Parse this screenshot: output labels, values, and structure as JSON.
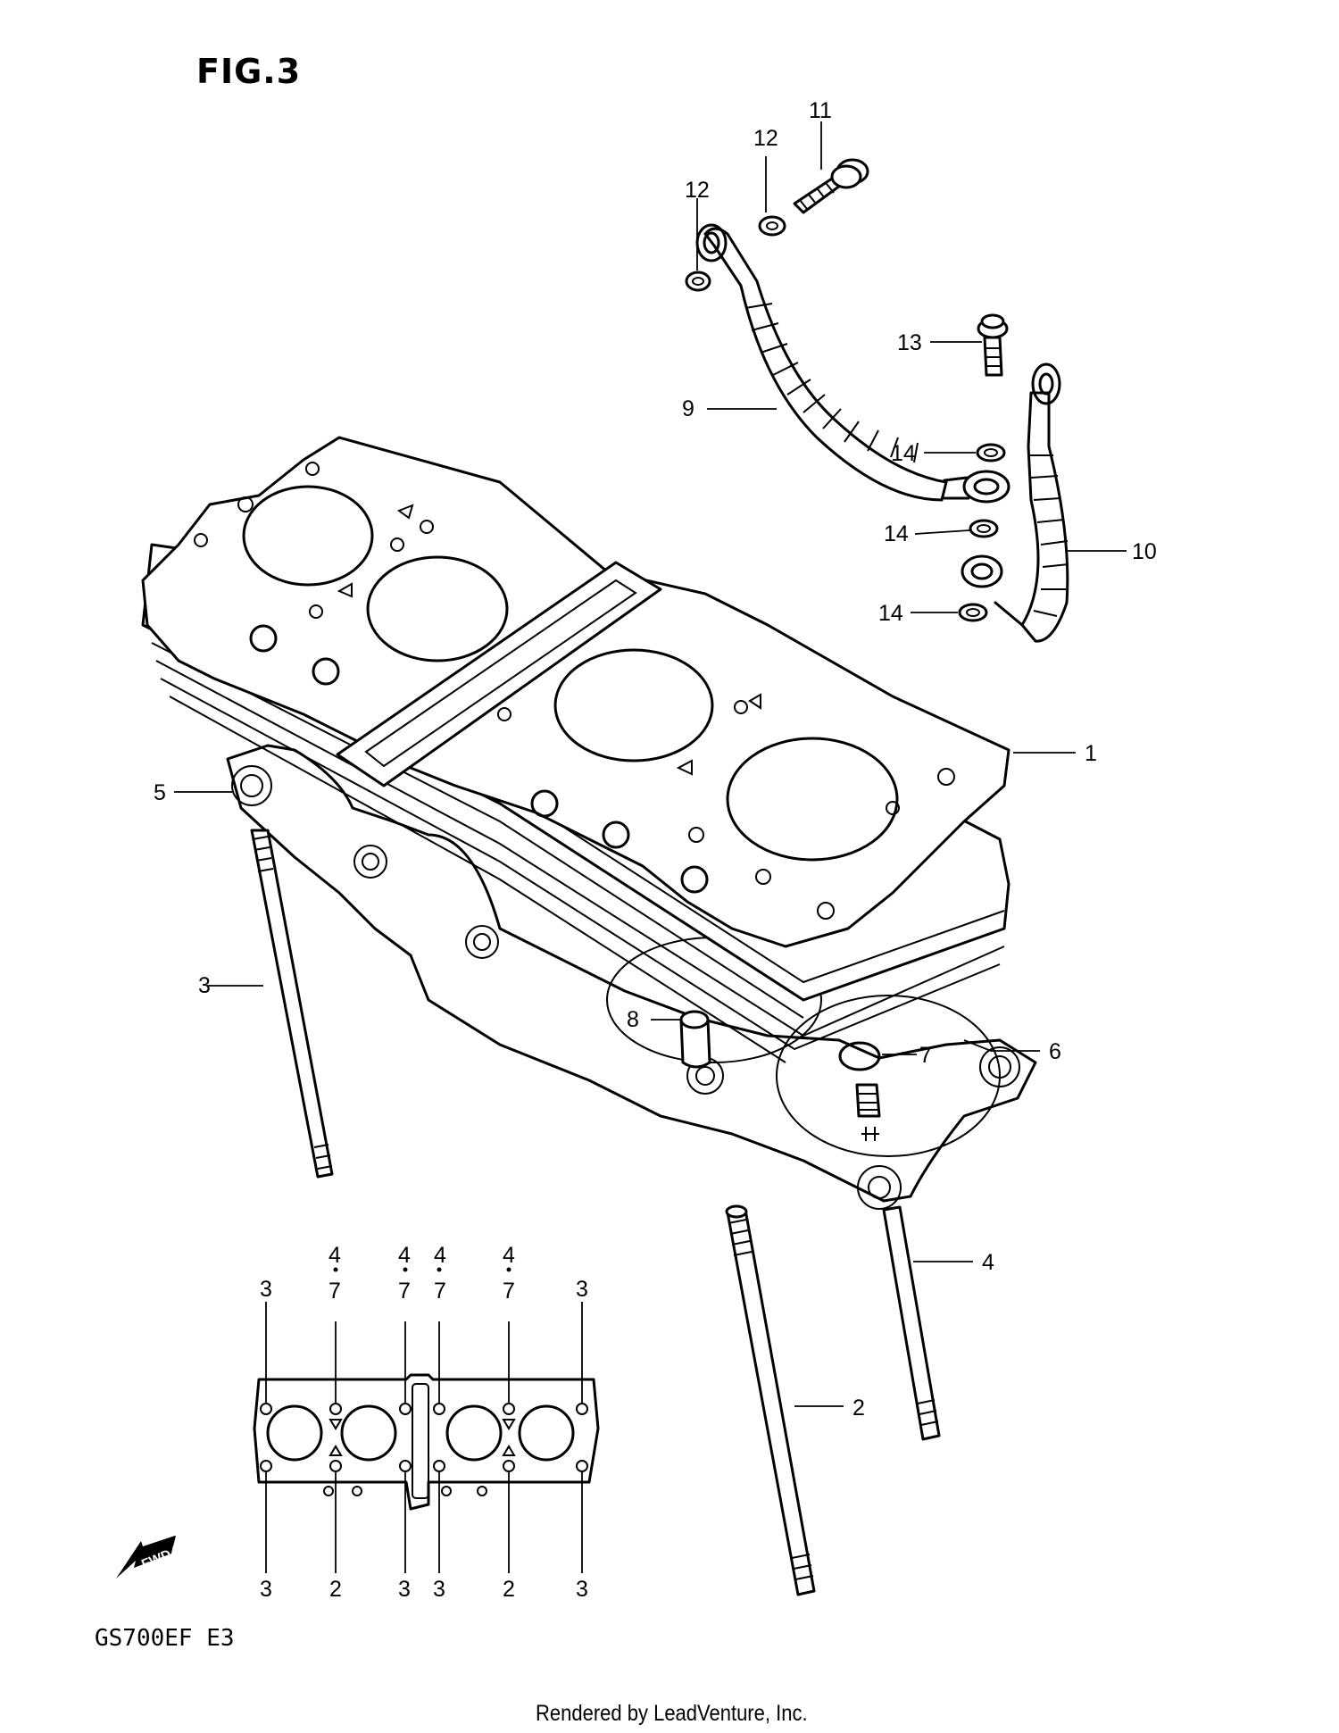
{
  "figure_title": "FIG.3",
  "model_code": "GS700EF E3",
  "credit": "Rendered by LeadVenture, Inc.",
  "fwd_label": "FWD",
  "callouts": {
    "c1": "1",
    "c2": "2",
    "c3": "3",
    "c4": "4",
    "c5": "5",
    "c6": "6",
    "c7": "7",
    "c8": "8",
    "c9": "9",
    "c10": "10",
    "c11": "11",
    "c12a": "12",
    "c12b": "12",
    "c13": "13",
    "c14a": "14",
    "c14b": "14",
    "c14c": "14"
  },
  "gasket_labels": {
    "top": [
      "3",
      "4",
      "7",
      "4",
      "7",
      "4",
      "7",
      "4",
      "7",
      "3"
    ],
    "bottom": [
      "3",
      "2",
      "3",
      "3",
      "2",
      "3"
    ]
  }
}
